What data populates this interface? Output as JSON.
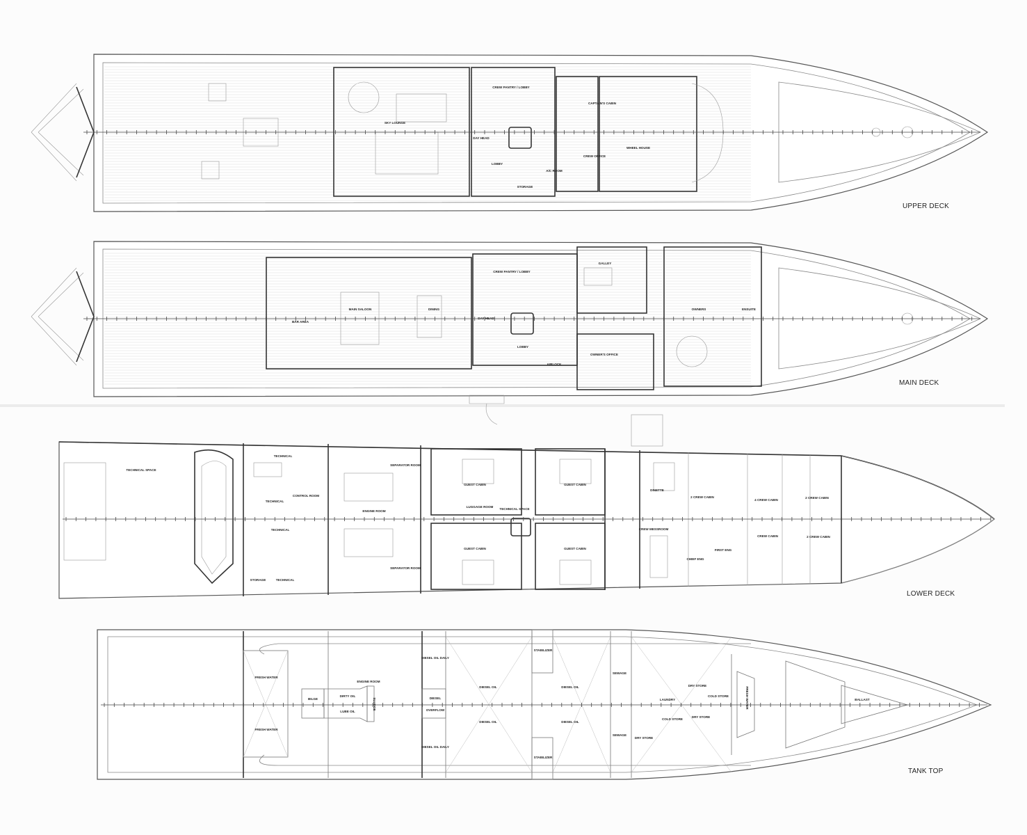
{
  "drawing": {
    "decks": [
      {
        "name": "UPPER DECK",
        "rooms": [
          "SKY LOUNGE",
          "CREW PANTRY / LOBBY",
          "CAPTAIN'S CABIN",
          "DAY HEAD",
          "LOBBY",
          "A/C ROOM",
          "CREW OFFICE",
          "WHEEL HOUSE",
          "STORAGE"
        ]
      },
      {
        "name": "MAIN DECK",
        "rooms": [
          "BAR AREA",
          "MAIN SALOON",
          "DINING",
          "CREW PANTRY / LOBBY",
          "DAY HEAD",
          "LOBBY",
          "GALLEY",
          "OWNER'S OFFICE",
          "OWNERS",
          "ENSUITE",
          "AIRLOCK"
        ]
      },
      {
        "name": "LOWER DECK",
        "rooms": [
          "TECHNICAL SPACE",
          "TECHNICAL",
          "CONTROL ROOM",
          "TECHNICAL",
          "TECHNICAL",
          "STORAGE",
          "TECHNICAL",
          "ENGINE ROOM",
          "SEPARATOR ROOM",
          "SEPARATOR ROOM",
          "GUEST CABIN",
          "GUEST CABIN",
          "GUEST CABIN",
          "GUEST CABIN",
          "LUGGAGE ROOM",
          "TECHNICAL SPACE",
          "DINETTE",
          "CREW MESSROOM",
          "2 CREW CABIN",
          "4 CREW CABIN",
          "2 CREW CABIN",
          "CREW CABIN",
          "2 CREW CABIN",
          "CHIEF ENG",
          "FIRST ENG"
        ]
      },
      {
        "name": "TANK TOP",
        "rooms": [
          "FRESH WATER",
          "FRESH WATER",
          "BILGE",
          "DIRTY OIL",
          "LUBE OIL",
          "ENGINE ROOM",
          "SLUDGE",
          "DIESEL OIL DAILY",
          "DIESEL",
          "OVERFLOW",
          "DIESEL OIL DAILY",
          "DIESEL OIL",
          "DIESEL OIL",
          "DIESEL OIL",
          "DIESEL OIL",
          "STABILIZER",
          "STABILIZER",
          "SEWAGE",
          "SEWAGE",
          "LAUNDRY",
          "DRY STORE",
          "DRY STORE",
          "DRY STORE",
          "COLD STORE",
          "COLD STORE",
          "FRESH WATER",
          "BALLAST"
        ]
      }
    ]
  }
}
